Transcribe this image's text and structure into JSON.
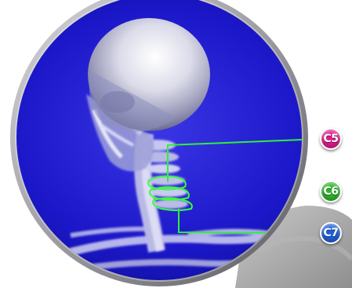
{
  "labels": {
    "c5": {
      "text": "C5",
      "color": "#e01b8c"
    },
    "c6": {
      "text": "C6",
      "color": "#2fb52a"
    },
    "c7": {
      "text": "C7",
      "color": "#1f5fd6"
    }
  },
  "colors": {
    "background_blue": "#1a17c9",
    "frame_gray": "#8e8e95",
    "leader_line": "#2ef03a",
    "vertebra_outline": "#3cff3c"
  }
}
